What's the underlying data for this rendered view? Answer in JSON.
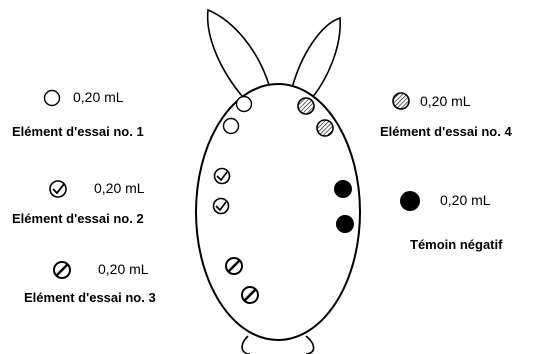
{
  "colors": {
    "stroke": "#000000",
    "background": "#ffffff",
    "fill_solid": "#000000"
  },
  "legend": [
    {
      "id": "sample-1",
      "volume": "0,20 mL",
      "label": "Elément d'essai no. 1",
      "marker": "open-circle-icon"
    },
    {
      "id": "sample-2",
      "volume": "0,20 mL",
      "label": "Elément d'essai no. 2",
      "marker": "check-circle-icon"
    },
    {
      "id": "sample-3",
      "volume": "0,20 mL",
      "label": "Elément d'essai no. 3",
      "marker": "slash-circle-icon"
    },
    {
      "id": "sample-4",
      "volume": "0,20 mL",
      "label": "Elément d'essai no. 4",
      "marker": "hatched-circle-icon"
    },
    {
      "id": "negative-control",
      "volume": "0,20 mL",
      "label": "Témoin négatif",
      "marker": "filled-circle-icon"
    }
  ]
}
